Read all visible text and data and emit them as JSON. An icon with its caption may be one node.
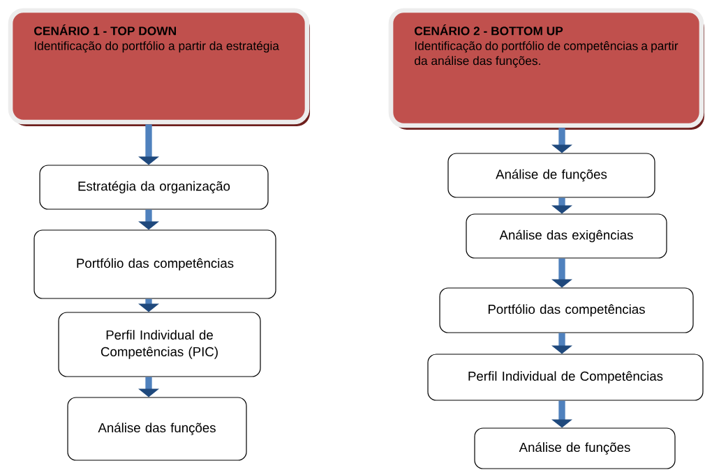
{
  "diagram": {
    "nodes": [
      {
        "text": [
          "CENÁRIO 1 - TOP DOWN",
          "Identificação do portfólio a partir da estratégia"
        ]
      },
      {
        "text": [
          "Estratégia da organização"
        ]
      },
      {
        "text": [
          "Portfólio das competências"
        ]
      },
      {
        "text": [
          "Perfil Individual de Competências (PIC)"
        ]
      },
      {
        "text": [
          "Análise das funções"
        ]
      },
      {
        "text": [
          "CENÁRIO 2 - BOTTOM UP",
          "Identificação do portfólio de competências a partir da análise das funções."
        ]
      },
      {
        "text": [
          "Análise de funções"
        ]
      },
      {
        "text": [
          "Análise das exigências"
        ]
      },
      {
        "text": [
          "Portfólio das competências"
        ]
      },
      {
        "text": [
          "Perfil Individual de Competências"
        ]
      },
      {
        "text": [
          "Análise de funções"
        ]
      }
    ],
    "edges": [
      {
        "from": 0,
        "to": 1,
        "arrow": "to"
      },
      {
        "from": 1,
        "to": 2,
        "arrow": "to"
      },
      {
        "from": 2,
        "to": 3,
        "arrow": "to"
      },
      {
        "from": 3,
        "to": 4,
        "arrow": "to"
      },
      {
        "from": 5,
        "to": 6,
        "arrow": "to"
      },
      {
        "from": 6,
        "to": 7,
        "arrow": "to"
      },
      {
        "from": 7,
        "to": 8,
        "arrow": "to"
      },
      {
        "from": 8,
        "to": 9,
        "arrow": "to"
      },
      {
        "from": 9,
        "to": 10,
        "arrow": "to"
      }
    ]
  }
}
